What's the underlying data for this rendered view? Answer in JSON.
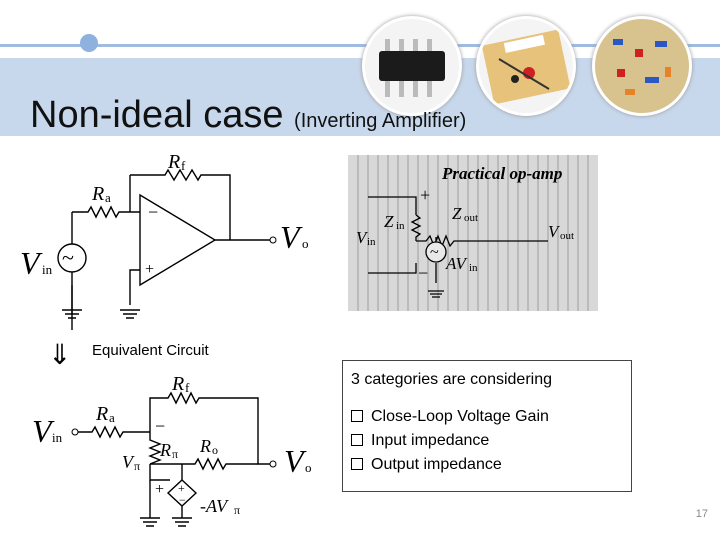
{
  "slide": {
    "title": "Non-ideal case",
    "subtitle": "(Inverting Amplifier)",
    "number": "17"
  },
  "equivalent_label": "Equivalent Circuit",
  "practical": {
    "heading": "Practical op-amp",
    "labels": {
      "plus": "+",
      "minus": "−",
      "vin": "V",
      "vin_sub": "in",
      "zin": "Z",
      "zin_sub": "in",
      "zout": "Z",
      "zout_sub": "out",
      "vout": "V",
      "vout_sub": "out",
      "av": "AV",
      "av_sub": "in"
    }
  },
  "top_circuit": {
    "rf": "R",
    "rf_sub": "f",
    "ra": "R",
    "ra_sub": "a",
    "vo": "V",
    "vo_sub": "o",
    "vin": "V",
    "vin_sub": "in",
    "minus": "−",
    "plus": "+"
  },
  "bottom_circuit": {
    "rf": "R",
    "rf_sub": "f",
    "ra": "R",
    "ra_sub": "a",
    "vin": "V",
    "vin_sub": "in",
    "vpi": "V",
    "vpi_sub": "π",
    "rpi": "R",
    "rpi_sub": "π",
    "ro": "R",
    "ro_sub": "o",
    "vo": "V",
    "vo_sub": "o",
    "gain": "-AV",
    "gain_sub": "π",
    "minus": "−",
    "plus": "+"
  },
  "info": {
    "header": "3 categories are considering",
    "items": [
      "Close-Loop Voltage Gain",
      "Input impedance",
      "Output impedance"
    ]
  }
}
